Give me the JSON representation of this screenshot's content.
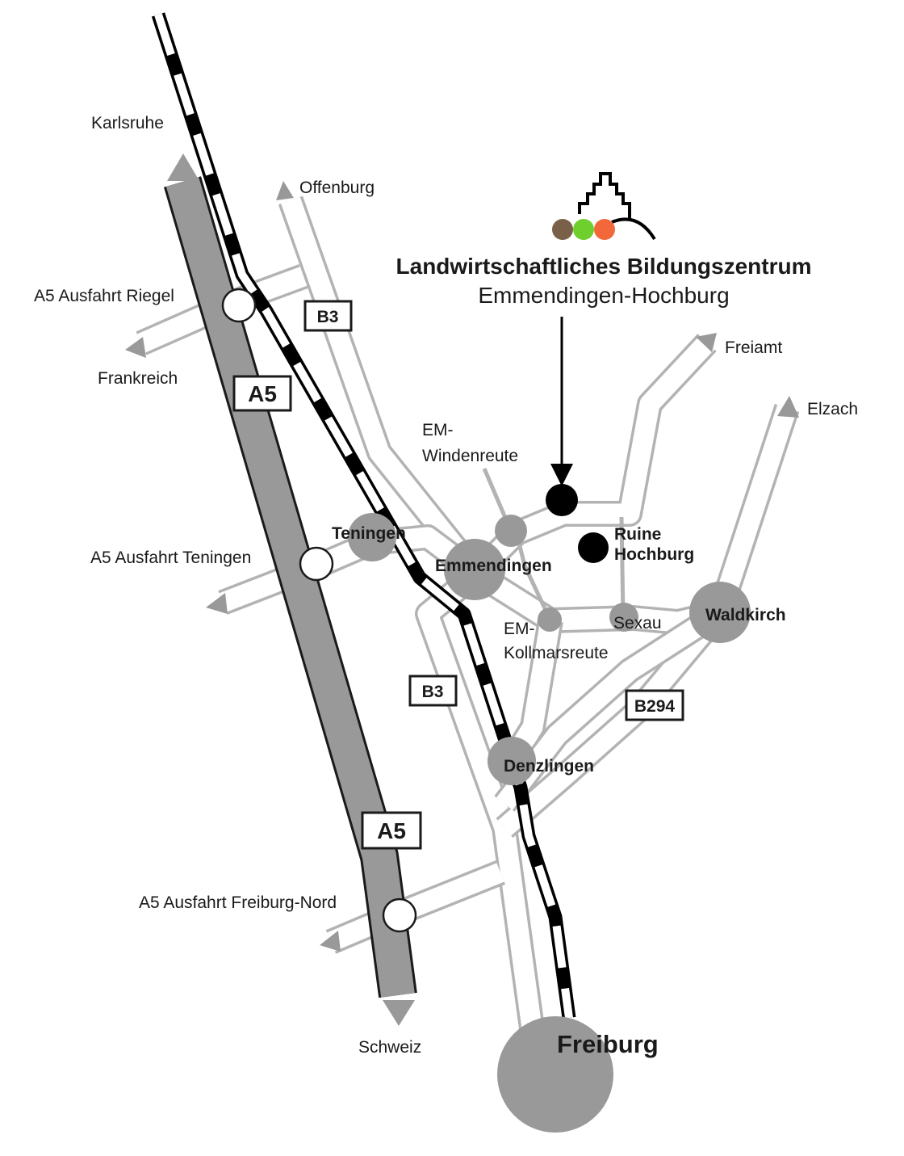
{
  "institution": {
    "name": "Landwirtschaftliches Bildungszentrum",
    "location": "Emmendingen-Hochburg",
    "logo_colors": [
      "#7a6048",
      "#6fcf2c",
      "#f2683a"
    ]
  },
  "colors": {
    "autobahn": "#999999",
    "road_outline": "#b3b3b3",
    "town": "#999999",
    "destination": "#000000",
    "rail": "#000000"
  },
  "roads": {
    "a5_shield": "A5",
    "b3_shield": "B3",
    "b294_shield": "B294"
  },
  "exits": {
    "riegel": "A5 Ausfahrt Riegel",
    "teningen": "A5 Ausfahrt Teningen",
    "freiburg_nord": "A5 Ausfahrt Freiburg-Nord"
  },
  "directions": {
    "karlsruhe": "Karlsruhe",
    "offenburg": "Offenburg",
    "frankreich": "Frankreich",
    "schweiz": "Schweiz",
    "freiamt": "Freiamt",
    "elzach": "Elzach"
  },
  "places": {
    "teningen": "Teningen",
    "emmendingen": "Emmendingen",
    "windenreute_1": "EM-",
    "windenreute_2": "Windenreute",
    "kollmarsreute_1": "EM-",
    "kollmarsreute_2": "Kollmarsreute",
    "sexau": "Sexau",
    "waldkirch": "Waldkirch",
    "denzlingen": "Denzlingen",
    "freiburg": "Freiburg",
    "ruine_1": "Ruine",
    "ruine_2": "Hochburg"
  }
}
